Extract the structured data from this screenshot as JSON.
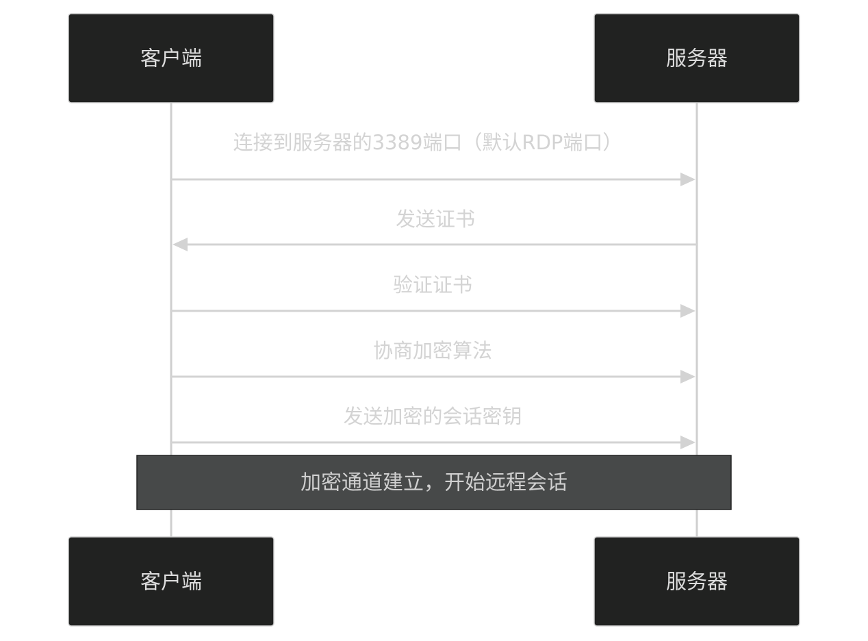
{
  "participants": [
    {
      "label": "客户端"
    },
    {
      "label": "服务器"
    }
  ],
  "messages": [
    {
      "text": "连接到服务器的3389端口（默认RDP端口）",
      "from": "客户端",
      "to": "服务器"
    },
    {
      "text": "发送证书",
      "from": "服务器",
      "to": "客户端"
    },
    {
      "text": "验证证书",
      "from": "客户端",
      "to": "服务器"
    },
    {
      "text": "协商加密算法",
      "from": "客户端",
      "to": "服务器"
    },
    {
      "text": "发送加密的会话密钥",
      "from": "客户端",
      "to": "服务器"
    }
  ],
  "note": {
    "text": "加密通道建立，开始远程会话",
    "over": [
      "客户端",
      "服务器"
    ]
  },
  "colors": {
    "actor_fill": "#212221",
    "line": "#d3d3d3",
    "note_fill": "#474949"
  }
}
